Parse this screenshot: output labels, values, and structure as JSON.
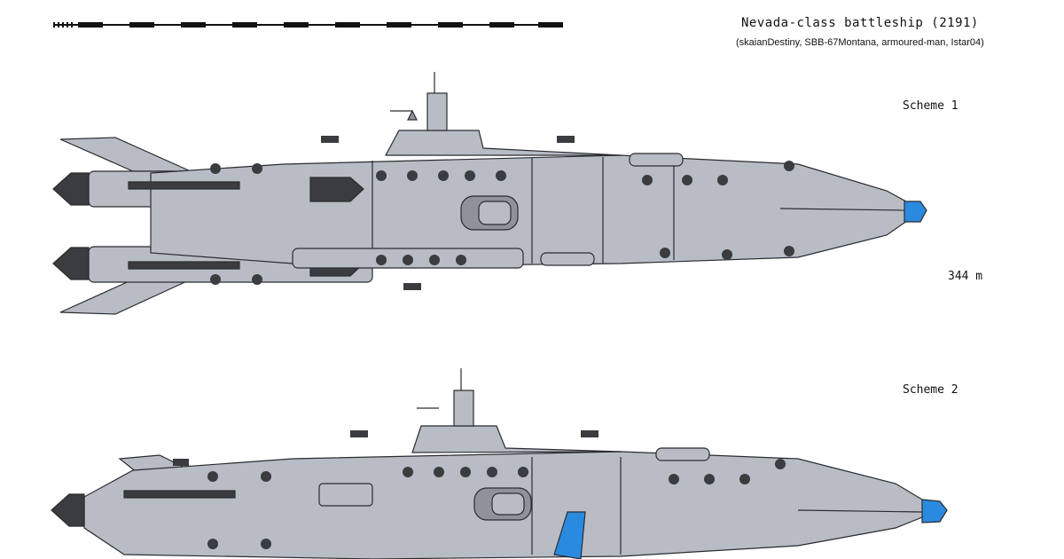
{
  "header": {
    "title": "Nevada-class battleship (2191)",
    "credits": "(skaianDestiny, SBB-67Montana, armoured-man, Istar04)"
  },
  "schemes": [
    {
      "label": "Scheme 1"
    },
    {
      "label": "Scheme 2"
    }
  ],
  "length_label": "344 m",
  "colors": {
    "hull": "#b8bcc4",
    "hull_dark": "#8e939b",
    "outline": "#2a2c30",
    "turret": "#3a3c40",
    "emitter_blue": "#2a8ae0"
  }
}
